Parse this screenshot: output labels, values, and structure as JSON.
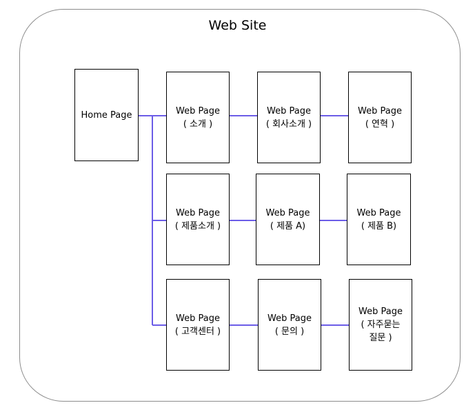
{
  "site": {
    "title": "Web Site"
  },
  "home": {
    "label": "Home Page"
  },
  "pages": [
    {
      "title": "Web Page",
      "lines": [
        "( 소개 )"
      ]
    },
    {
      "title": "Web Page",
      "lines": [
        "( 회사소개 )"
      ]
    },
    {
      "title": "Web Page",
      "lines": [
        "( 연혁 )"
      ]
    },
    {
      "title": "Web Page",
      "lines": [
        "( 제품소개 )"
      ]
    },
    {
      "title": "Web Page",
      "lines": [
        "( 제품 A)"
      ]
    },
    {
      "title": "Web Page",
      "lines": [
        "( 제품  B)"
      ]
    },
    {
      "title": "Web Page",
      "lines": [
        "( 고객센터 )"
      ]
    },
    {
      "title": "Web Page",
      "lines": [
        "( 문의 )"
      ]
    },
    {
      "title": "Web Page",
      "lines": [
        "( 자주묻는",
        "질문 )"
      ]
    }
  ],
  "colors": {
    "connector": "#6b5ce7",
    "border": "#000000",
    "frame": "#8c8c8c"
  }
}
